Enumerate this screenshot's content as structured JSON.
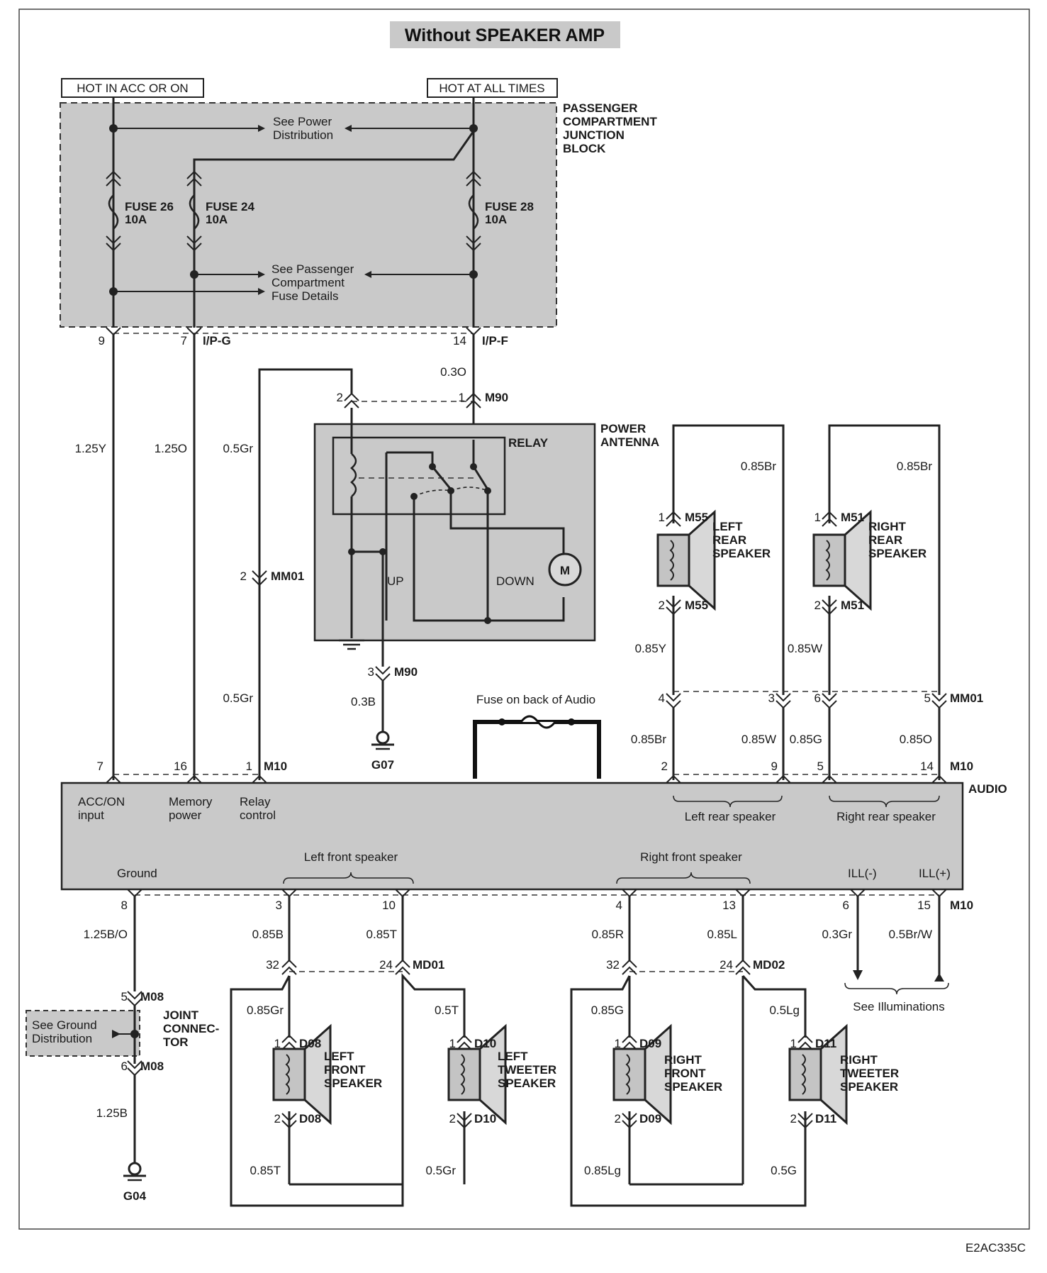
{
  "title": "Without SPEAKER AMP",
  "footer_code": "E2AC335C",
  "sources": {
    "hot_acc": "HOT IN ACC OR ON",
    "hot_all": "HOT AT ALL TIMES"
  },
  "junction_block": {
    "label": [
      "PASSENGER",
      "COMPARTMENT",
      "JUNCTION",
      "BLOCK"
    ],
    "see_power": [
      "See Power",
      "Distribution"
    ],
    "see_fuse": [
      "See Passenger",
      "Compartment",
      "Fuse Details"
    ],
    "fuses": [
      {
        "name": "FUSE 26",
        "rating": "10A"
      },
      {
        "name": "FUSE 24",
        "rating": "10A"
      },
      {
        "name": "FUSE 28",
        "rating": "10A"
      }
    ],
    "pins": {
      "p9": "9",
      "p7": "7",
      "ipg": "I/P-G",
      "p14": "14",
      "ipf": "I/P-F"
    }
  },
  "wires": {
    "w_125y": "1.25Y",
    "w_125o": "1.25O",
    "w_05gr": "0.5Gr",
    "w_03o": "0.3O",
    "w_03b": "0.3B",
    "w_085br": "0.85Br",
    "w_085y": "0.85Y",
    "w_085w": "0.85W",
    "w_085g": "0.85G",
    "w_085o": "0.85O",
    "w_125bo": "1.25B/O",
    "w_125b": "1.25B",
    "w_085b": "0.85B",
    "w_085t": "0.85T",
    "w_085r": "0.85R",
    "w_085l": "0.85L",
    "w_03gr": "0.3Gr",
    "w_05brw": "0.5Br/W",
    "w_085gr": "0.85Gr",
    "w_05t": "0.5T",
    "w_05lg": "0.5Lg",
    "w_05g": "0.5G",
    "w_085lg": "0.85Lg"
  },
  "antenna": {
    "label": [
      "POWER",
      "ANTENNA"
    ],
    "relay": "RELAY",
    "up": "UP",
    "down": "DOWN",
    "motor": "M",
    "m90": "M90",
    "mm01": "MM01",
    "ground": "G07"
  },
  "speakers": {
    "left_rear": [
      "LEFT",
      "REAR",
      "SPEAKER"
    ],
    "m55": "M55",
    "right_rear": [
      "RIGHT",
      "REAR",
      "SPEAKER"
    ],
    "m51": "M51",
    "left_front": [
      "LEFT",
      "FRONT",
      "SPEAKER"
    ],
    "d08": "D08",
    "left_tweeter": [
      "LEFT",
      "TWEETER",
      "SPEAKER"
    ],
    "d10": "D10",
    "right_front": [
      "RIGHT",
      "FRONT",
      "SPEAKER"
    ],
    "d09": "D09",
    "right_tweeter": [
      "RIGHT",
      "TWEETER",
      "SPEAKER"
    ],
    "d11": "D11"
  },
  "audio": {
    "label": "AUDIO",
    "connector": "M10",
    "fuse_note": "Fuse on back of Audio",
    "acc_input": [
      "ACC/ON",
      "input"
    ],
    "memory_power": [
      "Memory",
      "power"
    ],
    "relay_control": [
      "Relay",
      "control"
    ],
    "ground": "Ground",
    "left_rear": "Left rear speaker",
    "right_rear": "Right rear speaker",
    "left_front": "Left front speaker",
    "right_front": "Right front speaker",
    "ill_minus": "ILL(-)",
    "ill_plus": "ILL(+)"
  },
  "connectors": {
    "mm01": "MM01",
    "md01": "MD01",
    "md02": "MD02",
    "m08": "M08"
  },
  "joint": {
    "see_ground": [
      "See Ground",
      "Distribution"
    ],
    "label": [
      "JOINT",
      "CONNEC-",
      "TOR"
    ],
    "ground": "G04"
  },
  "illum": "See Illuminations",
  "pin_numbers": {
    "n1": "1",
    "n2": "2",
    "n3": "3",
    "n4": "4",
    "n5": "5",
    "n6": "6",
    "n7": "7",
    "n8": "8",
    "n9": "9",
    "n10": "10",
    "n13": "13",
    "n14": "14",
    "n15": "15",
    "n16": "16",
    "n24": "24",
    "n32": "32"
  }
}
